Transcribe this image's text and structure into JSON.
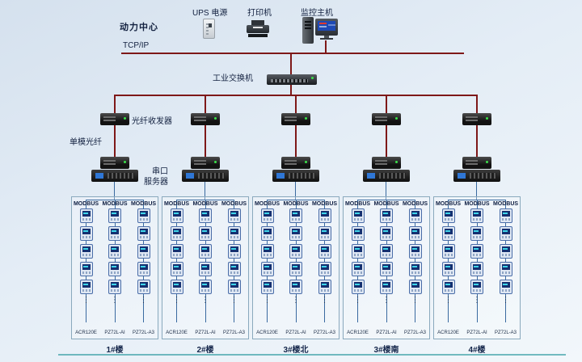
{
  "header": {
    "site_label": "动力中心",
    "ups_label": "UPS 电源",
    "printer_label": "打印机",
    "host_label": "监控主机",
    "tcpip_label": "TCP/IP"
  },
  "network": {
    "switch_label": "工业交换机",
    "fiber_transceiver_label": "光纤收发器",
    "single_mode_fiber_label": "单模光纤",
    "serial_server_label": [
      "串口",
      "服务器"
    ]
  },
  "more_indicator": "⋮",
  "meters_per_column": 5,
  "groups": [
    {
      "building": "1#楼",
      "buses": [
        {
          "bus": "MODBUS",
          "model": "ACR120E"
        },
        {
          "bus": "MODBUS",
          "model": "PZ72L-AI"
        },
        {
          "bus": "MODBUS",
          "model": "PZ72L-A3"
        }
      ]
    },
    {
      "building": "2#楼",
      "buses": [
        {
          "bus": "MODBUS",
          "model": "ACR120E"
        },
        {
          "bus": "MODBUS",
          "model": "PZ72L-AI"
        },
        {
          "bus": "MODBUS",
          "model": "PZ72L-A3"
        }
      ]
    },
    {
      "building": "3#楼北",
      "buses": [
        {
          "bus": "MODBUS",
          "model": "ACR120E"
        },
        {
          "bus": "MODBUS",
          "model": "PZ72L-AI"
        },
        {
          "bus": "MODBUS",
          "model": "PZ72L-A3"
        }
      ]
    },
    {
      "building": "3#楼南",
      "buses": [
        {
          "bus": "MODBUS",
          "model": "ACR120E"
        },
        {
          "bus": "MODBUS",
          "model": "PZ72L-AI"
        },
        {
          "bus": "MODBUS",
          "model": "PZ72L-A3"
        }
      ]
    },
    {
      "building": "4#楼",
      "buses": [
        {
          "bus": "MODBUS",
          "model": "ACR120E"
        },
        {
          "bus": "MODBUS",
          "model": "PZ72L-AI"
        },
        {
          "bus": "MODBUS",
          "model": "PZ72L-A3"
        }
      ]
    }
  ]
}
